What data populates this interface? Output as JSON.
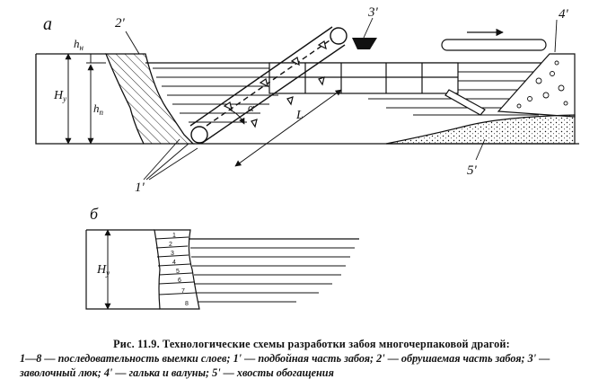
{
  "diagram_a": {
    "panel_label": "a",
    "labels": {
      "h_n": "h",
      "h_n_sub": "н",
      "H_y": "H",
      "H_y_sub": "у",
      "h_p": "h",
      "h_p_sub": "п",
      "alpha": "α",
      "L": "L",
      "l_1": "1'",
      "l_2": "2'",
      "l_3": "3'",
      "l_4": "4'",
      "l_5": "5'"
    }
  },
  "diagram_b": {
    "panel_label": "б",
    "H_y": "H",
    "H_y_sub": "у",
    "layers": [
      "1",
      "2",
      "3",
      "4",
      "5",
      "6",
      "7",
      "8"
    ]
  },
  "caption": {
    "title": "Рис. 11.9. Технологические схемы разработки забоя многочерпаковой драгой:",
    "body": "1—8 — последовательность выемки слоев; 1' — подбойная часть забоя; 2' — обрушаемая часть забоя; 3' — заволочный люк; 4' — галька и валуны; 5' — хвосты обогащения"
  },
  "colors": {
    "ink": "#111111",
    "background": "#ffffff"
  }
}
